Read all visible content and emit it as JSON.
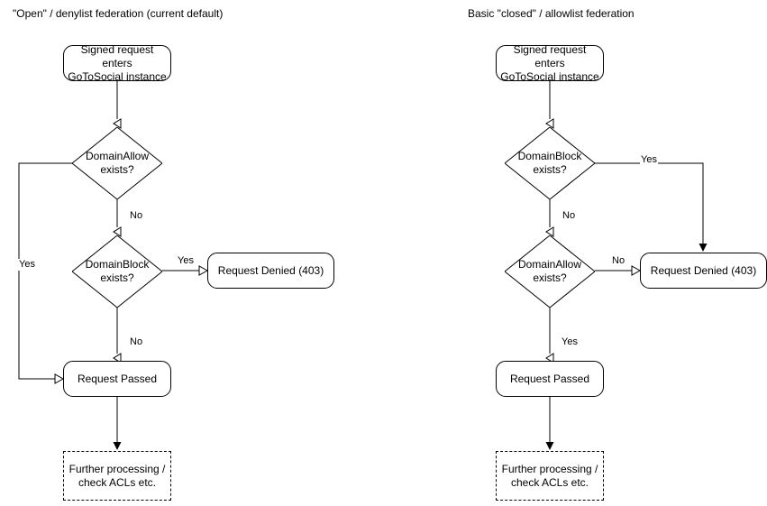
{
  "diagram": {
    "type": "flowchart",
    "background": "#ffffff",
    "stroke": "#000000",
    "panels": [
      {
        "id": "open-denylist",
        "title": "\"Open\" / denylist federation (current default)",
        "nodes": {
          "entry": "Signed request enters\nGoToSocial instance",
          "decision1": "DomainAllow\nexists?",
          "decision2": "DomainBlock\nexists?",
          "denied": "Request Denied (403)",
          "passed": "Request Passed",
          "further": "Further processing /\ncheck ACLs etc."
        },
        "edge_labels": {
          "allow_yes": "Yes",
          "allow_no": "No",
          "block_yes": "Yes",
          "block_no": "No"
        }
      },
      {
        "id": "closed-allowlist",
        "title": "Basic \"closed\" / allowlist federation",
        "nodes": {
          "entry": "Signed request enters\nGoToSocial instance",
          "decision1": "DomainBlock\nexists?",
          "decision2": "DomainAllow\nexists?",
          "denied": "Request Denied (403)",
          "passed": "Request Passed",
          "further": "Further processing /\ncheck ACLs etc."
        },
        "edge_labels": {
          "block_yes": "Yes",
          "block_no": "No",
          "allow_no": "No",
          "allow_yes": "Yes"
        }
      }
    ]
  }
}
